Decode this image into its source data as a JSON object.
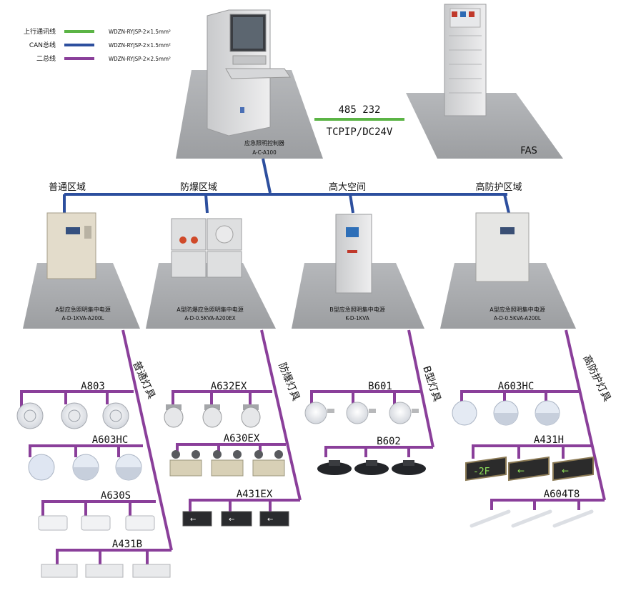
{
  "legend": {
    "items": [
      {
        "label": "上行通讯线",
        "spec": "WDZN-RYJSP-2×1.5mm²",
        "color": "#5bb445"
      },
      {
        "label": "CAN总线",
        "spec": "WDZN-RYJSP-2×1.5mm²",
        "color": "#2d4f9e"
      },
      {
        "label": "二总线",
        "spec": "WDZN-RYJSP-2×2.5mm²",
        "color": "#8a3f9a"
      }
    ]
  },
  "controller": {
    "name": "应急照明控制器",
    "model": "A-C-A100"
  },
  "link": {
    "top": "485 232",
    "bottom": "TCPIP/DC24V"
  },
  "fas": {
    "label": "FAS"
  },
  "zones": [
    "普通区域",
    "防爆区域",
    "高大空间",
    "高防护区域"
  ],
  "power_supplies": [
    {
      "name": "A型应急照明集中电源",
      "model": "A-D-1KVA-A200L"
    },
    {
      "name": "A型防爆应急照明集中电源",
      "model": "A-D-0.5KVA-A200EX"
    },
    {
      "name": "B型应急照明集中电源",
      "model": "K-D-1KVA"
    },
    {
      "name": "A型应急照明集中电源",
      "model": "A-D-0.5KVA-A200L"
    }
  ],
  "branches": [
    {
      "title": "普通灯具",
      "lamps": [
        "A803",
        "A603HC",
        "A630S",
        "A431B"
      ]
    },
    {
      "title": "防爆灯具",
      "lamps": [
        "A632EX",
        "A630EX",
        "A431EX"
      ]
    },
    {
      "title": "B型灯具",
      "lamps": [
        "B601",
        "B602"
      ]
    },
    {
      "title": "高防护灯具",
      "lamps": [
        "A603HC",
        "A431H",
        "A604T8"
      ]
    }
  ],
  "sign_text": {
    "floor": "-2F",
    "exit": "←"
  },
  "colors": {
    "bus_can": "#2d4f9e",
    "bus_two": "#8a3f9a",
    "uplink": "#5bb445",
    "floor": "#a7a9ac",
    "cabinet": "#d9dadb",
    "box": "#e3dccb"
  }
}
